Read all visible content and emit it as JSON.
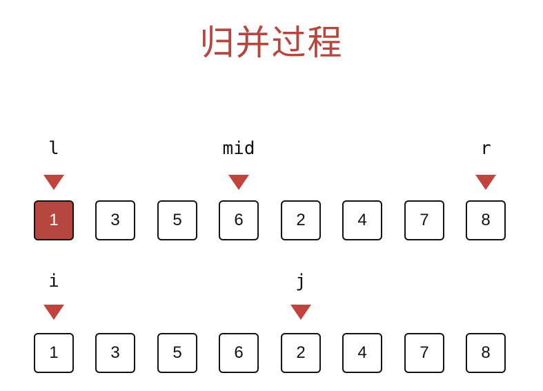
{
  "title": "归并过程",
  "accent_color": "#b5473f",
  "row1": {
    "values": [
      "1",
      "3",
      "5",
      "6",
      "2",
      "4",
      "7",
      "8"
    ],
    "highlighted_index": 0,
    "pointers": [
      {
        "label": "l",
        "index": 0
      },
      {
        "label": "mid",
        "index": 3
      },
      {
        "label": "r",
        "index": 7
      }
    ]
  },
  "row2": {
    "values": [
      "1",
      "3",
      "5",
      "6",
      "2",
      "4",
      "7",
      "8"
    ],
    "pointers": [
      {
        "label": "i",
        "index": 0
      },
      {
        "label": "j",
        "index": 4
      }
    ]
  }
}
